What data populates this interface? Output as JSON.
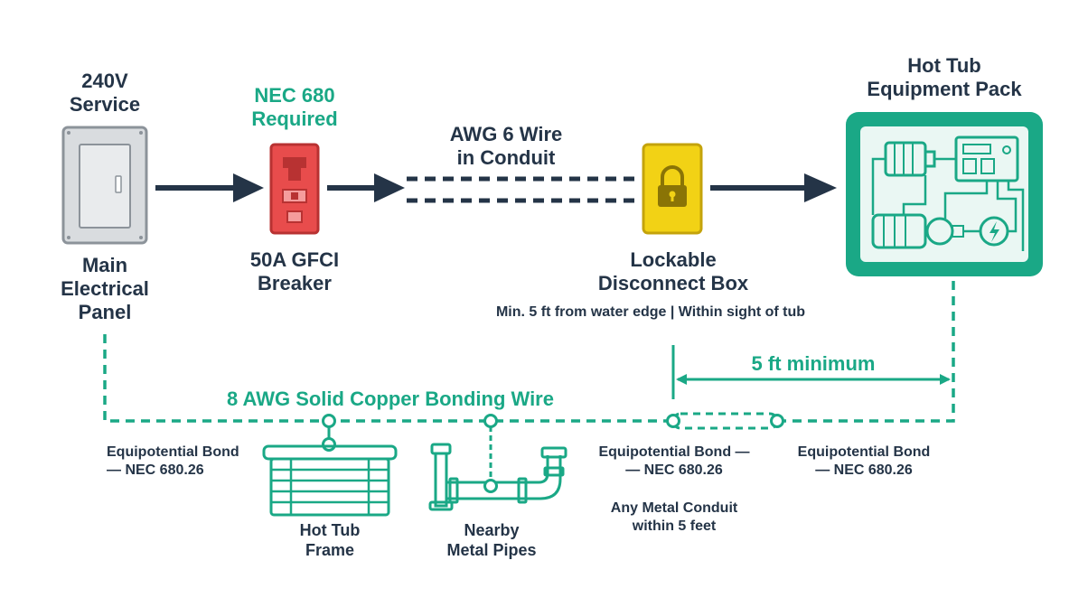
{
  "colors": {
    "dark": "#243447",
    "teal": "#1aa886",
    "red": "#e84c4c",
    "yellow": "#f2d215",
    "panel_gray": "#d9dcdf"
  },
  "service": {
    "title_1": "240V",
    "title_2": "Service",
    "label_1": "Main",
    "label_2": "Electrical",
    "label_3": "Panel"
  },
  "breaker": {
    "title_1": "NEC 680",
    "title_2": "Required",
    "label_1": "50A GFCI",
    "label_2": "Breaker"
  },
  "wire": {
    "label_1": "AWG 6 Wire",
    "label_2": "in Conduit"
  },
  "disconnect": {
    "label_1": "Lockable",
    "label_2": "Disconnect Box",
    "note": "Min. 5 ft from water edge | Within sight of tub",
    "icon": "padlock-icon"
  },
  "equipment": {
    "title_1": "Hot Tub",
    "title_2": "Equipment Pack",
    "icons": [
      "motor-icon",
      "control-board-icon",
      "pump-icon",
      "power-icon"
    ]
  },
  "distance": {
    "label": "5 ft minimum"
  },
  "bonding": {
    "wire_label": "8 AWG Solid Copper Bonding Wire",
    "bond_left_1": "Equipotential Bond",
    "bond_left_2": "— NEC 680.26",
    "bond_mid_1": "Equipotential Bond —",
    "bond_mid_2": "— NEC 680.26",
    "bond_right_1": "Equipotential Bond",
    "bond_right_2": "— NEC 680.26",
    "tub_1": "Hot Tub",
    "tub_2": "Frame",
    "pipes_1": "Nearby",
    "pipes_2": "Metal Pipes",
    "conduit_1": "Any Metal Conduit",
    "conduit_2": "within 5 feet"
  }
}
